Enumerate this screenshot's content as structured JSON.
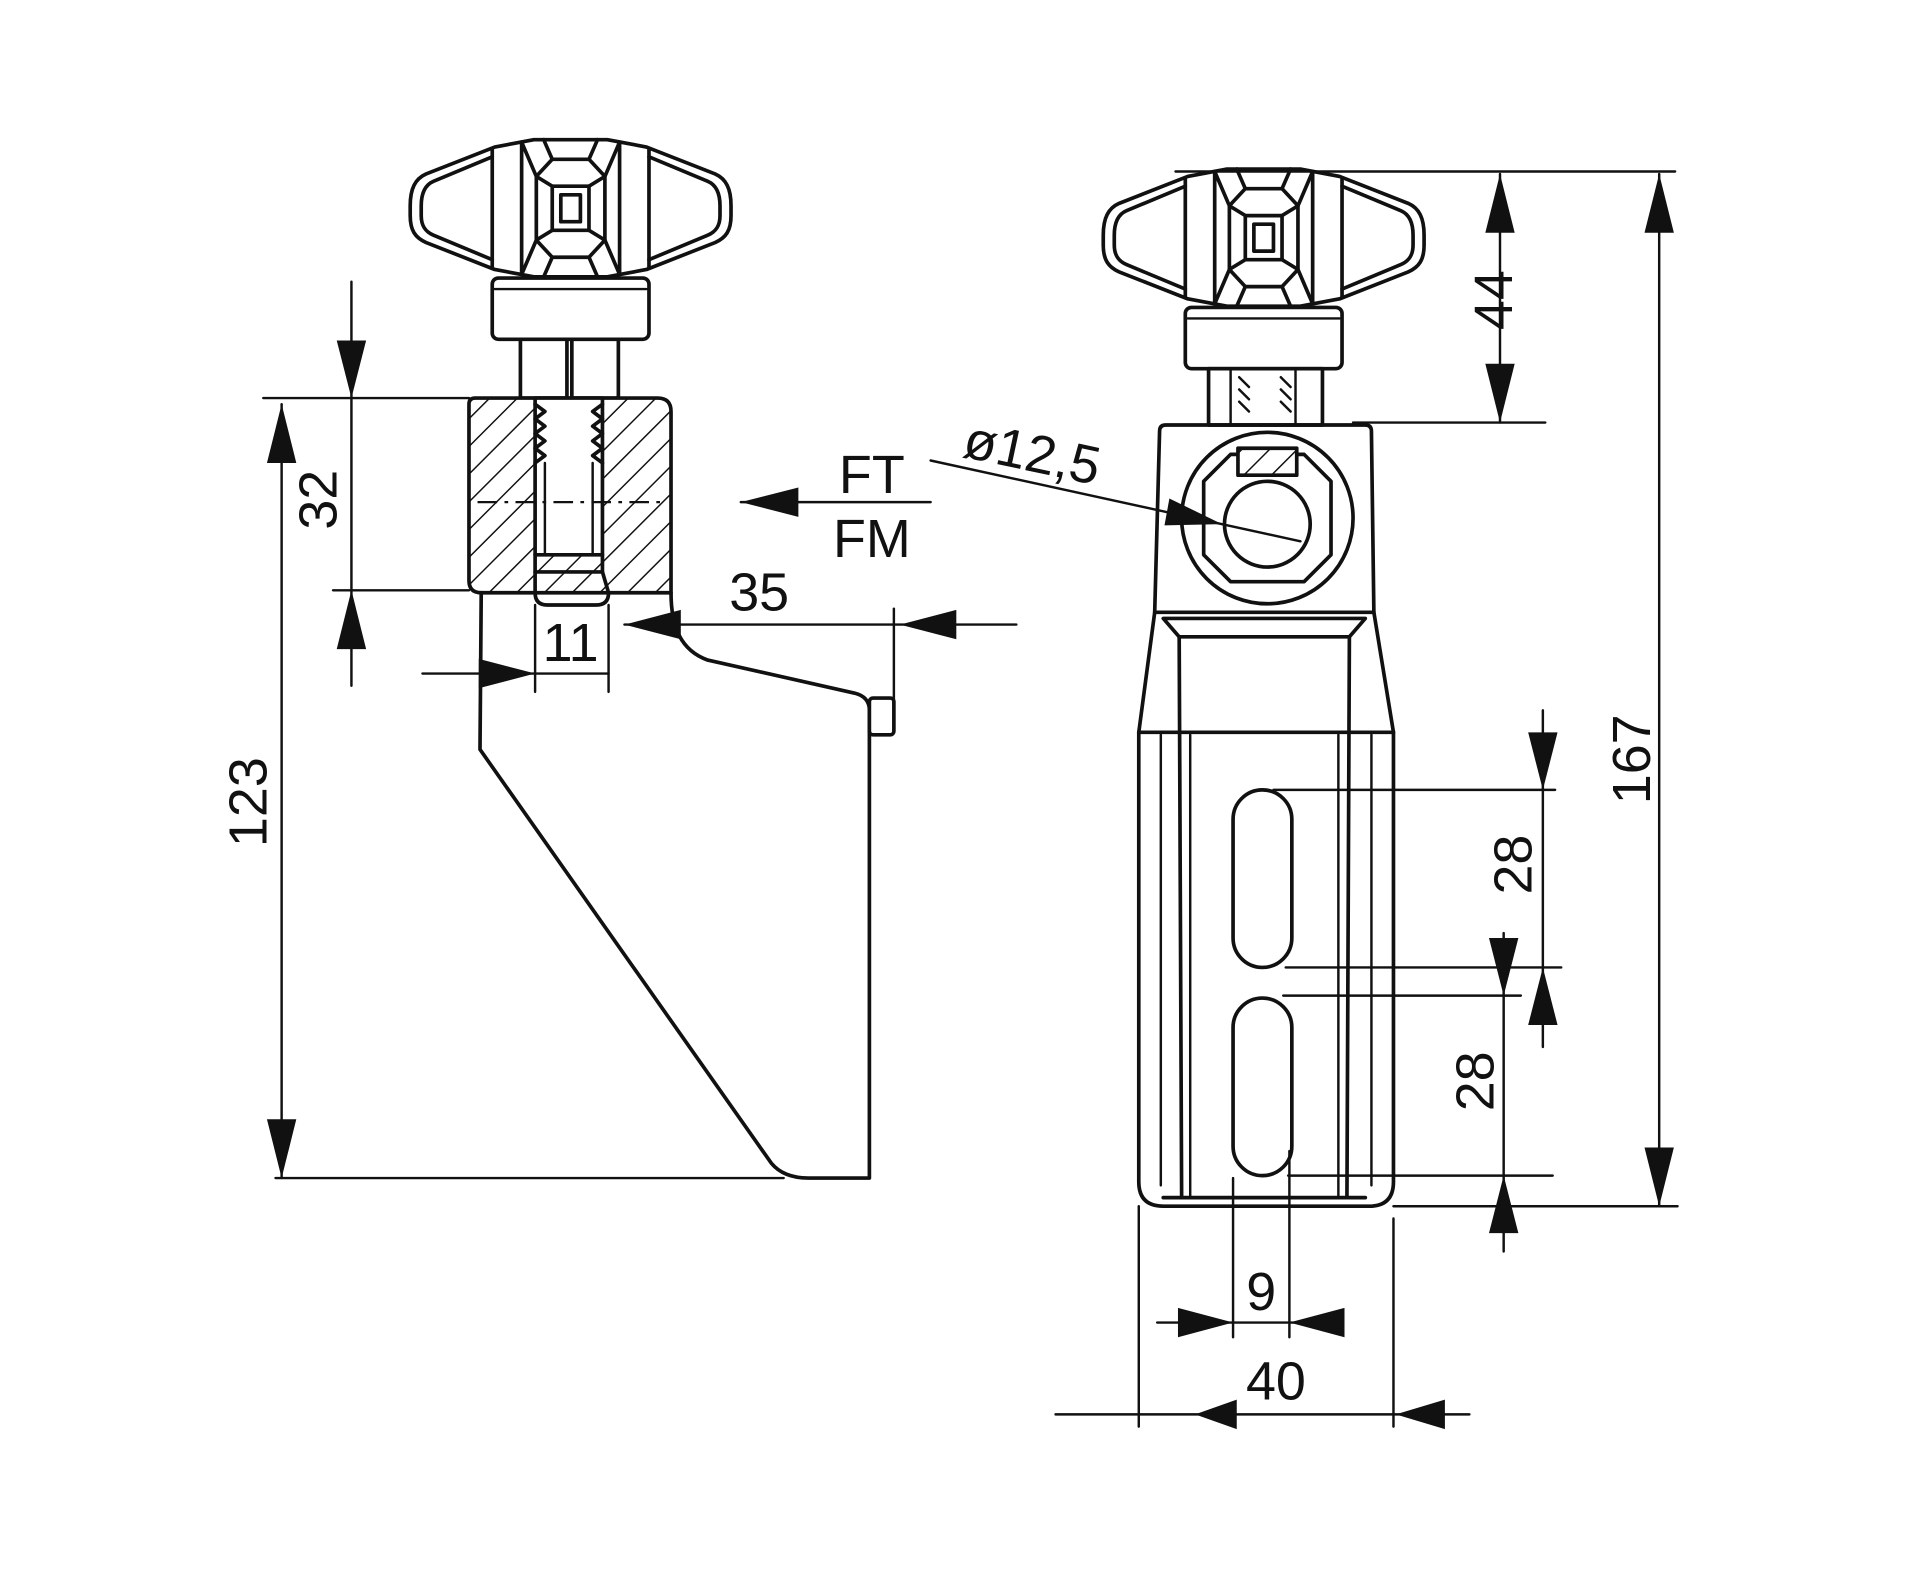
{
  "side_view": {
    "dim_block_height": "32",
    "dim_total_height": "123",
    "force_label_top": "FT",
    "force_label_bottom": "FM",
    "dim_offset": "35",
    "dim_jaw": "11"
  },
  "front_view": {
    "dim_bore": "ø12,5",
    "dim_knob": "44",
    "dim_total": "167",
    "dim_slot_upper": "28",
    "dim_slot_lower": "28",
    "dim_slot_width": "9",
    "dim_width": "40"
  },
  "colors": {
    "line": "#111111",
    "background": "#ffffff"
  }
}
